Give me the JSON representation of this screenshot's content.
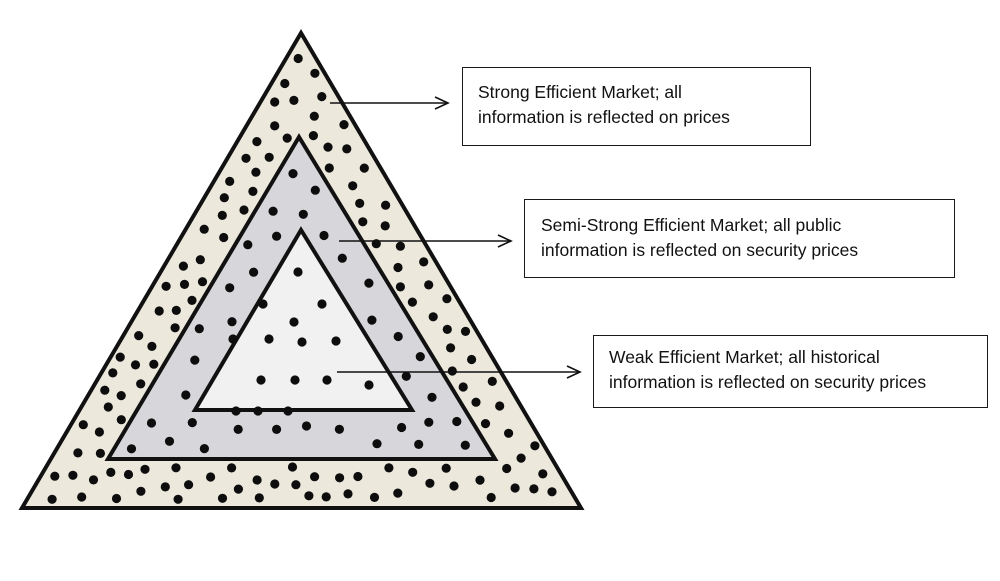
{
  "colors": {
    "outer_fill": "#ece8dc",
    "middle_fill": "#d7d7db",
    "inner_fill": "#f1f1f2",
    "stroke": "#111111",
    "dot": "#0d0d0d"
  },
  "levels": [
    {
      "key": "strong",
      "lines": [
        "Strong Efficient Market; all",
        "information is reflected on prices"
      ]
    },
    {
      "key": "semi",
      "lines": [
        "Semi-Strong Efficient Market; all public",
        "information is reflected on security prices"
      ]
    },
    {
      "key": "weak",
      "lines": [
        "Weak Efficient Market; all historical",
        "information is reflected on security prices"
      ]
    }
  ]
}
